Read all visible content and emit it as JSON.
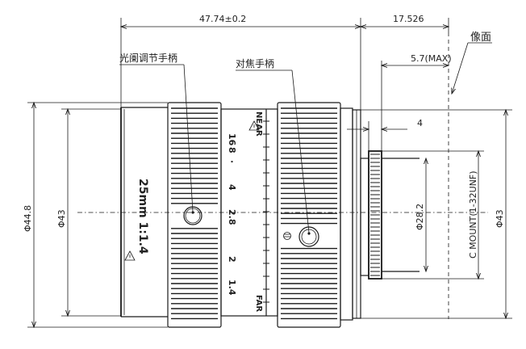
{
  "dimensions": {
    "overall_length": "47.74±0.2",
    "flange_distance": "17.526",
    "max_protrusion": "5.7(MAX)",
    "mount_depth": "4",
    "diameter_outer": "Φ44.8",
    "diameter_body": "Φ43",
    "diameter_right": "Φ43",
    "diameter_thread": "Φ28.2"
  },
  "labels": {
    "image_plane": "像面",
    "iris_knob": "光阑调节手柄",
    "focus_knob": "对焦手柄",
    "c_mount": "C MOUNT(1-32UNF)",
    "lens_spec": "25mm 1:1.4"
  },
  "aperture_scale": [
    "16",
    "8",
    "·",
    "4",
    "2.8",
    "2",
    "1.4"
  ],
  "focus_scale": {
    "near": "NEAR",
    "far": "FAR"
  }
}
